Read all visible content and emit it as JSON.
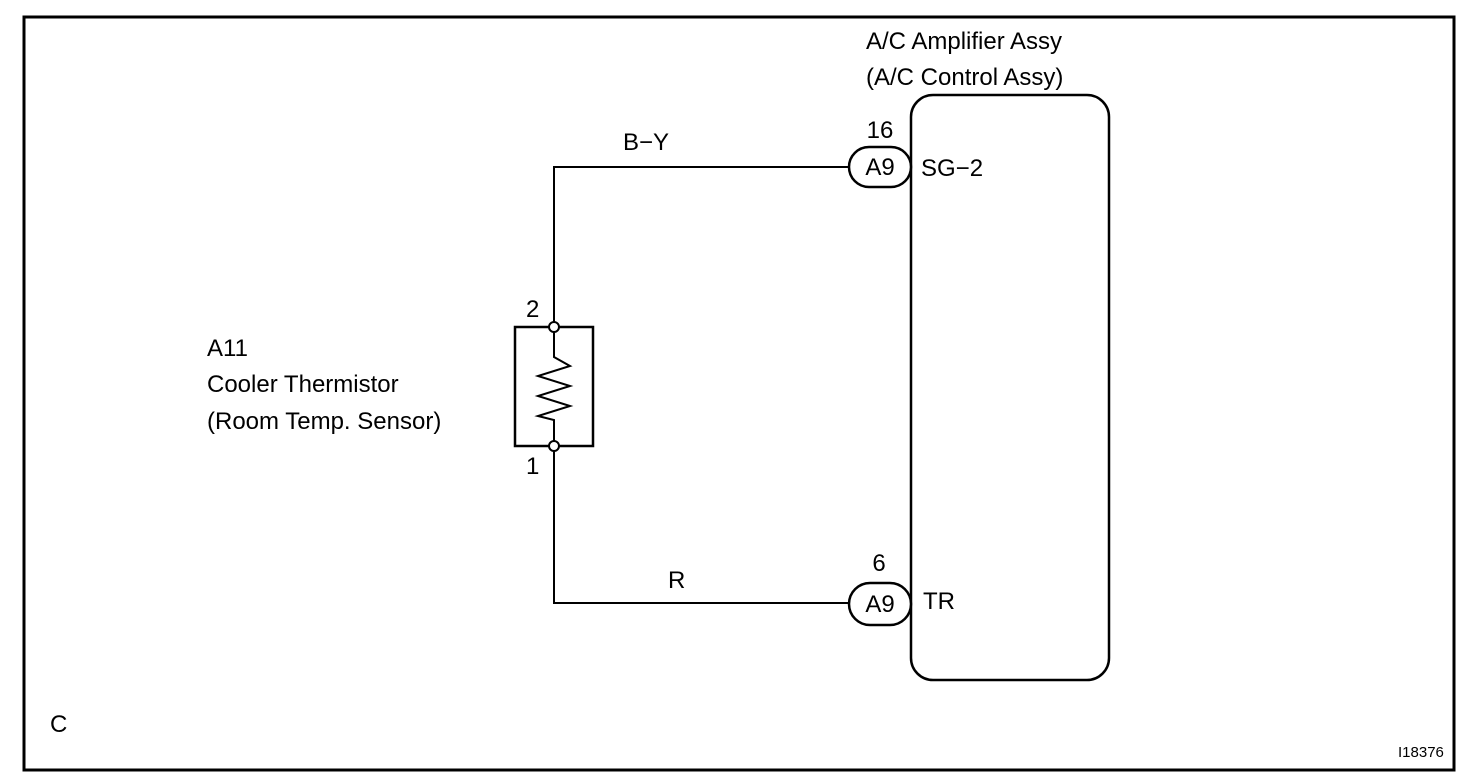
{
  "amplifier": {
    "title_line1": "A/C Amplifier Assy",
    "title_line2": "(A/C Control Assy)"
  },
  "sensor": {
    "code": "A11",
    "name_line1": "Cooler Thermistor",
    "name_line2": "(Room Temp. Sensor)",
    "pin_top": "2",
    "pin_bottom": "1"
  },
  "wires": {
    "top_color": "B−Y",
    "bottom_color": "R"
  },
  "connectors": {
    "top": {
      "pin": "16",
      "code": "A9",
      "terminal": "SG−2"
    },
    "bottom": {
      "pin": "6",
      "code": "A9",
      "terminal": "TR"
    }
  },
  "corner_label": "C",
  "figure_id": "I18376"
}
